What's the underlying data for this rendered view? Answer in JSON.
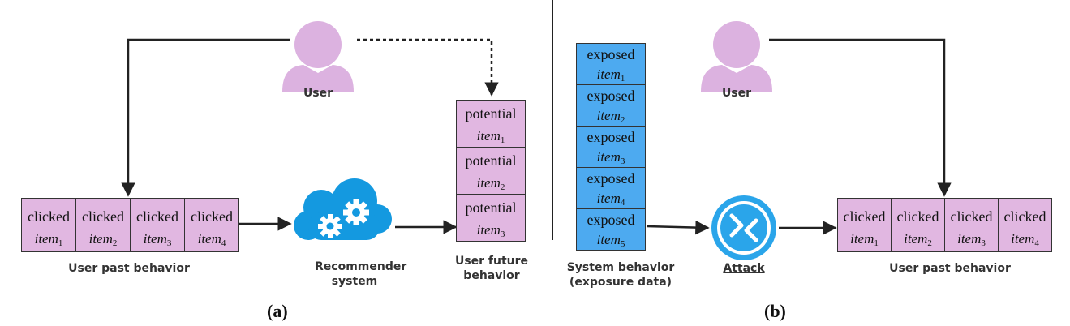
{
  "panel_a": {
    "user_label": "User",
    "past_items": [
      {
        "word": "clicked",
        "name": "item",
        "sub": "1"
      },
      {
        "word": "clicked",
        "name": "item",
        "sub": "2"
      },
      {
        "word": "clicked",
        "name": "item",
        "sub": "3"
      },
      {
        "word": "clicked",
        "name": "item",
        "sub": "4"
      }
    ],
    "past_label": "User past behavior",
    "recommender_label": "Recommender system",
    "future_items": [
      {
        "word": "potential",
        "name": "item",
        "sub": "1"
      },
      {
        "word": "potential",
        "name": "item",
        "sub": "2"
      },
      {
        "word": "potential",
        "name": "item",
        "sub": "3"
      }
    ],
    "future_label": "User future behavior",
    "caption": "(a)"
  },
  "panel_b": {
    "exposed_items": [
      {
        "word": "exposed",
        "name": "item",
        "sub": "1"
      },
      {
        "word": "exposed",
        "name": "item",
        "sub": "2"
      },
      {
        "word": "exposed",
        "name": "item",
        "sub": "3"
      },
      {
        "word": "exposed",
        "name": "item",
        "sub": "4"
      },
      {
        "word": "exposed",
        "name": "item",
        "sub": "5"
      }
    ],
    "system_label": "System behavior (exposure data)",
    "attack_label": "Attack",
    "user_label": "User",
    "past_items": [
      {
        "word": "clicked",
        "name": "item",
        "sub": "1"
      },
      {
        "word": "clicked",
        "name": "item",
        "sub": "2"
      },
      {
        "word": "clicked",
        "name": "item",
        "sub": "3"
      },
      {
        "word": "clicked",
        "name": "item",
        "sub": "4"
      }
    ],
    "past_label": "User past behavior",
    "caption": "(b)"
  },
  "colors": {
    "item_fill": "#e1b7e1",
    "exposed_fill": "#4daaf0",
    "user_fill": "#dcb2e0",
    "cloud": "#1499e0",
    "attack": "#2aa5ea"
  },
  "icons": {
    "user": "user-silhouette-icon",
    "recommender": "cloud-gears-icon",
    "attack": "remote-desktop-icon"
  }
}
